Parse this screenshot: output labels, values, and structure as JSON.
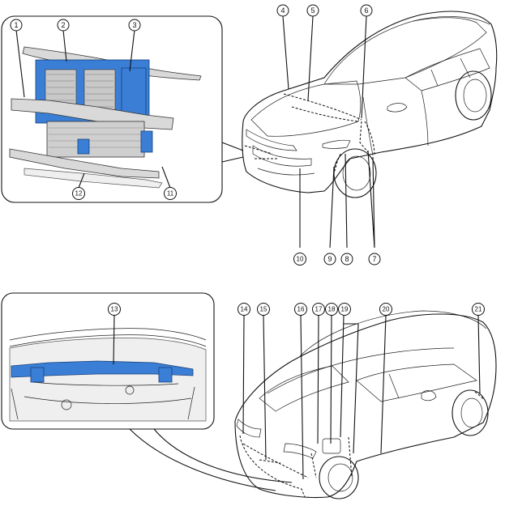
{
  "callouts": [
    {
      "id": "c1",
      "label": "1"
    },
    {
      "id": "c2",
      "label": "2"
    },
    {
      "id": "c3",
      "label": "3"
    },
    {
      "id": "c4",
      "label": "4"
    },
    {
      "id": "c5",
      "label": "5"
    },
    {
      "id": "c6",
      "label": "6"
    },
    {
      "id": "c7",
      "label": "7"
    },
    {
      "id": "c8",
      "label": "8"
    },
    {
      "id": "c9",
      "label": "9"
    },
    {
      "id": "c10",
      "label": "10"
    },
    {
      "id": "c11",
      "label": "11"
    },
    {
      "id": "c12",
      "label": "12"
    },
    {
      "id": "c13",
      "label": "13"
    },
    {
      "id": "c14",
      "label": "14"
    },
    {
      "id": "c15",
      "label": "15"
    },
    {
      "id": "c16",
      "label": "16"
    },
    {
      "id": "c17",
      "label": "17"
    },
    {
      "id": "c18",
      "label": "18"
    },
    {
      "id": "c19",
      "label": "19"
    },
    {
      "id": "c20",
      "label": "20"
    },
    {
      "id": "c21",
      "label": "21"
    }
  ],
  "colors": {
    "highlight_part": "#3a7fd5",
    "outline": "#111111",
    "panel_background": "#ffffff"
  }
}
